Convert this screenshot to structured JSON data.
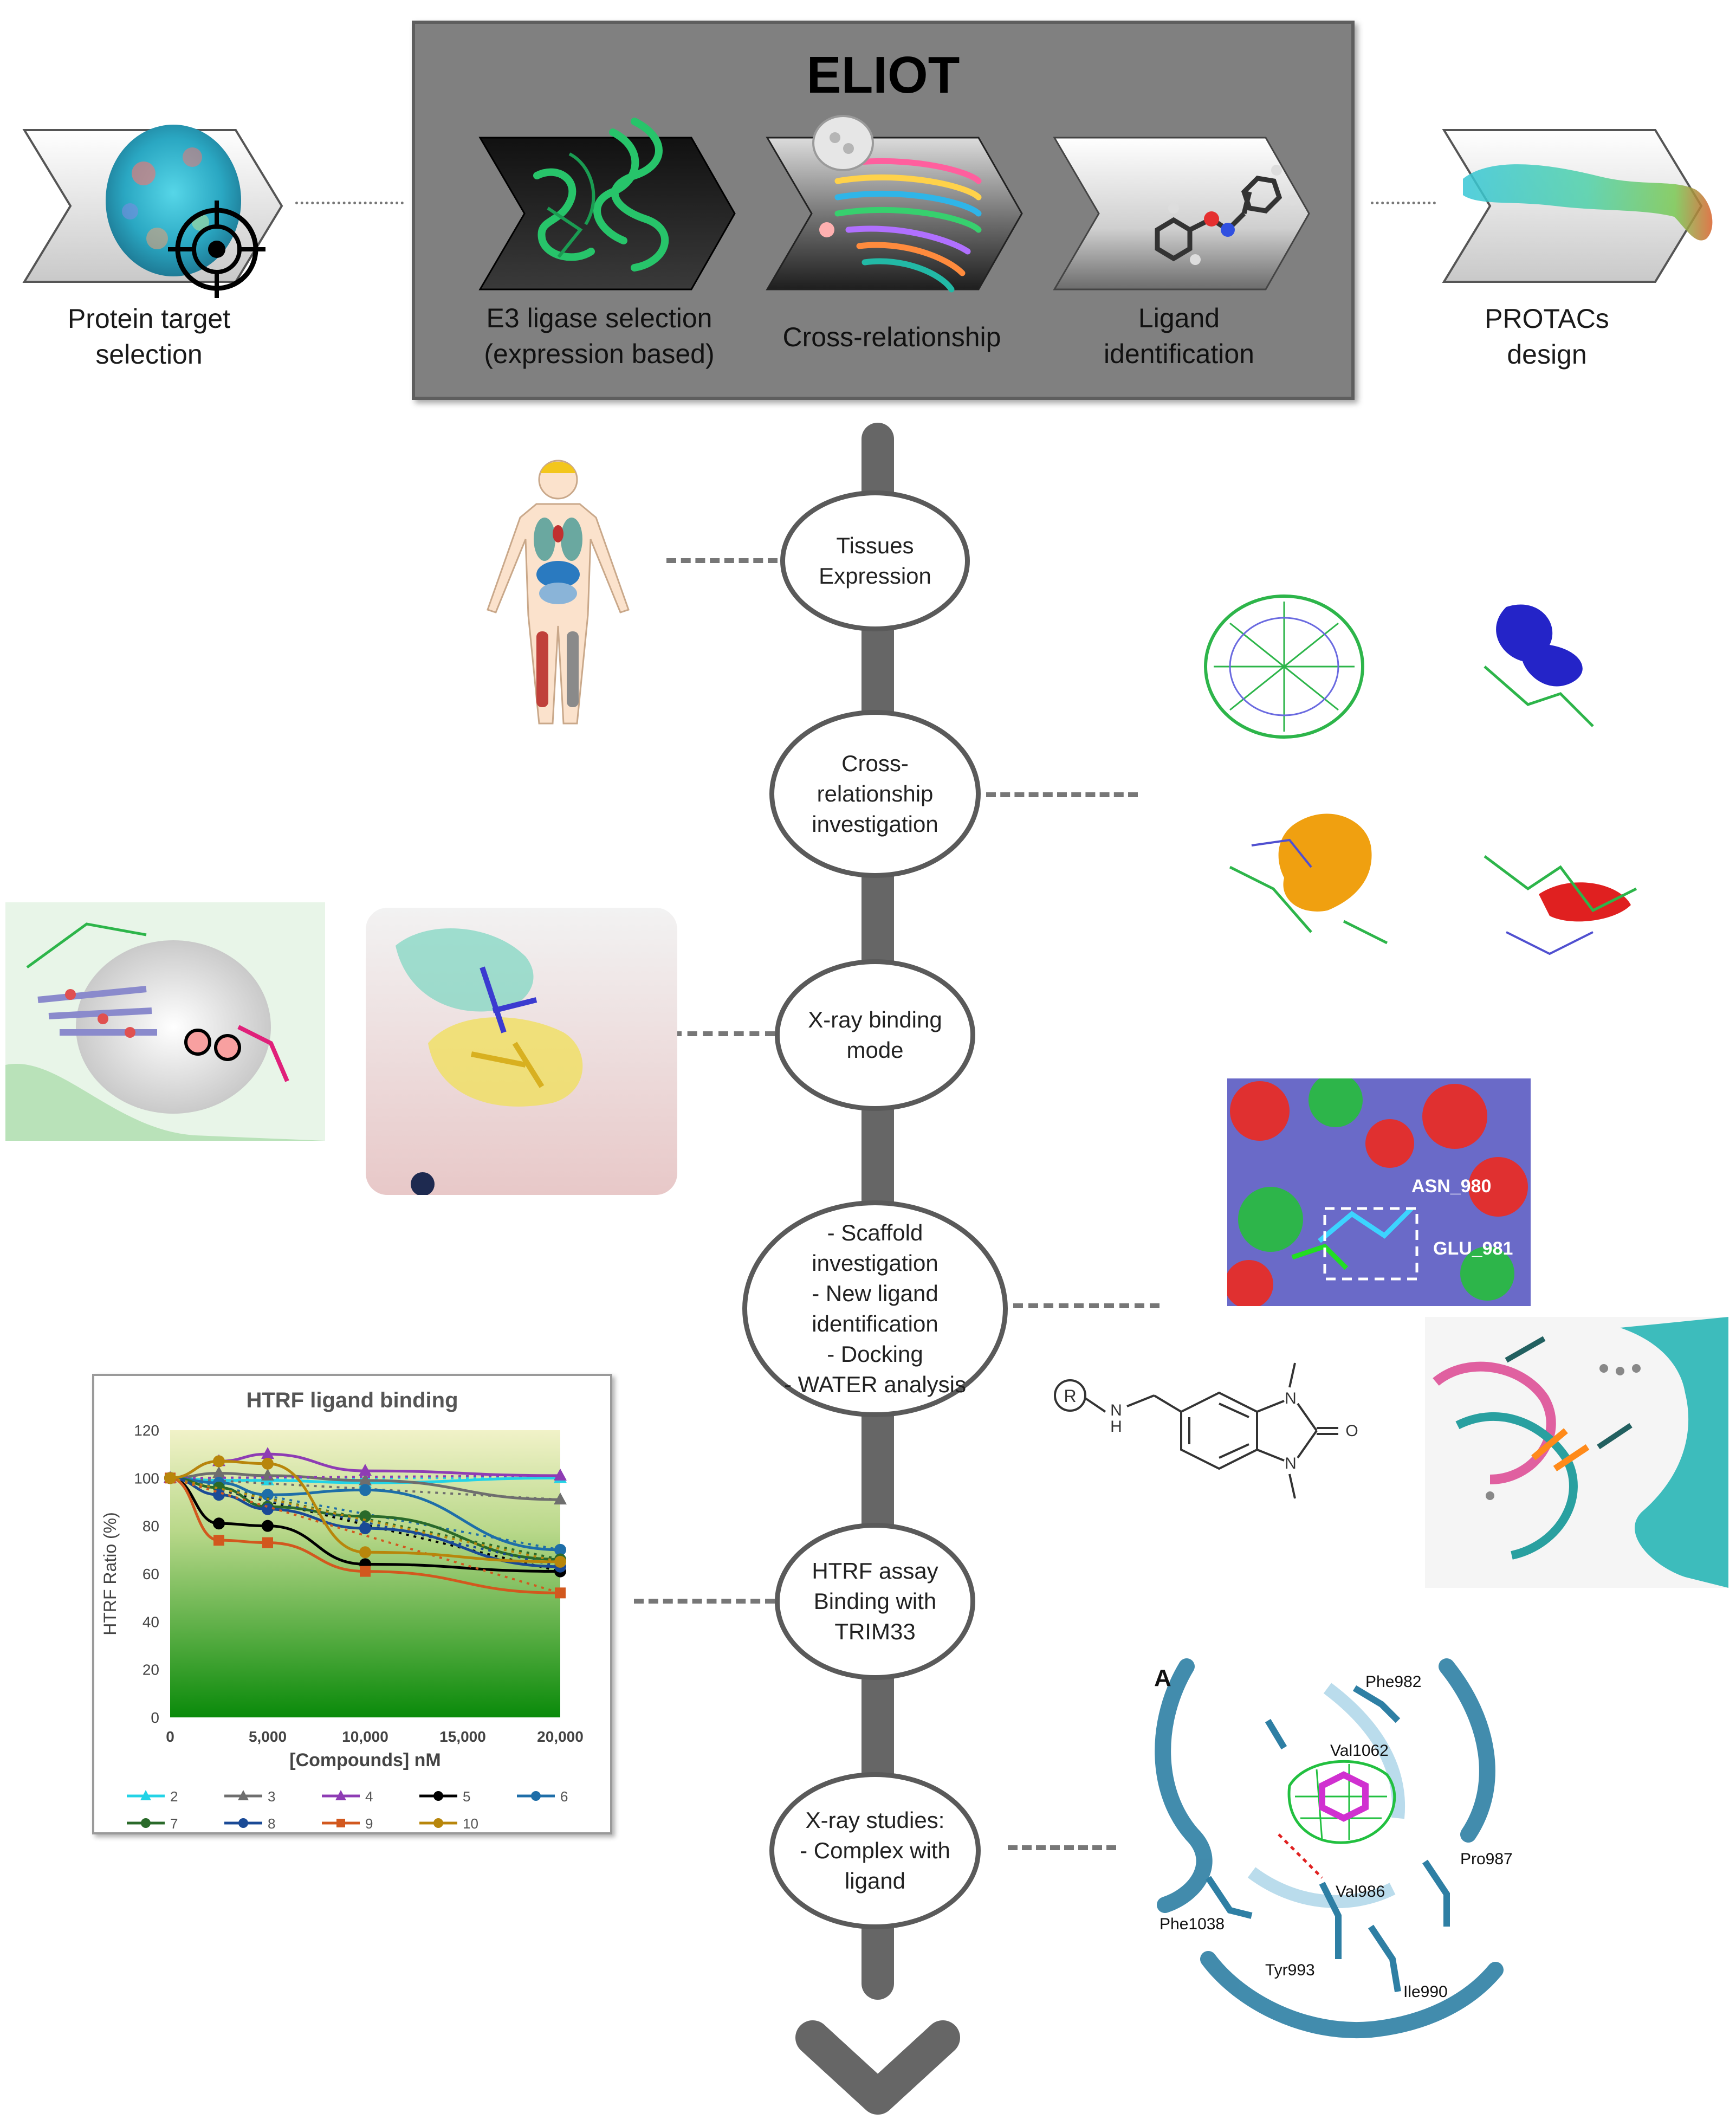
{
  "title": "ELIOT",
  "top_steps": [
    {
      "label": "Protein target\nselection"
    },
    {
      "label": "E3 ligase selection\n(expression based)"
    },
    {
      "label": "Cross-relationship"
    },
    {
      "label": "Ligand\nidentification"
    },
    {
      "label": "PROTACs\ndesign"
    }
  ],
  "flow_nodes": [
    {
      "label": "Tissues\nExpression"
    },
    {
      "label": "Cross-\nrelationship\ninvestigation"
    },
    {
      "label": "X-ray binding\nmode"
    },
    {
      "label": "- Scaffold\ninvestigation\n- New ligand\nidentification\n- Docking\n- WATER analysis"
    },
    {
      "label": "HTRF assay\nBinding with\nTRIM33"
    },
    {
      "label": "X-ray studies:\n- Complex with\nligand"
    }
  ],
  "structure_labels": {
    "asn": "ASN_980",
    "glu": "GLU_981",
    "panel_letter": "A",
    "residues": [
      "Phe982",
      "Val1062",
      "Pro987",
      "Val986",
      "Phe1038",
      "Tyr993",
      "Ile990"
    ]
  },
  "chemical_labels": {
    "r": "R",
    "nh": "N",
    "h": "H",
    "n1": "N",
    "n2": "N",
    "o": "O"
  },
  "colors": {
    "eliot_bg": "#808080",
    "flow_arrow": "#666666",
    "chart_gradient_top": "#f1f2c8",
    "chart_gradient_bottom": "#0a8a0a"
  },
  "chart_data": {
    "type": "line",
    "title": "HTRF ligand binding",
    "xlabel": "[Compounds] nM",
    "ylabel": "HTRF Ratio (%)",
    "xlim": [
      0,
      20000
    ],
    "ylim": [
      0,
      120
    ],
    "x_ticks": [
      "0",
      "5,000",
      "10,000",
      "15,000",
      "20,000"
    ],
    "y_ticks": [
      "0",
      "20",
      "40",
      "60",
      "80",
      "100",
      "120"
    ],
    "x": [
      0,
      2500,
      5000,
      10000,
      20000
    ],
    "legend_position": "bottom",
    "series": [
      {
        "name": "2",
        "color": "#22d3e6",
        "marker": "triangle",
        "values": [
          100,
          99,
          99,
          98,
          100
        ]
      },
      {
        "name": "3",
        "color": "#6e6e6e",
        "marker": "triangle",
        "values": [
          100,
          102,
          101,
          99,
          91
        ]
      },
      {
        "name": "4",
        "color": "#8e3cb4",
        "marker": "triangle",
        "values": [
          100,
          107,
          110,
          103,
          101
        ]
      },
      {
        "name": "5",
        "color": "#000000",
        "marker": "circle",
        "values": [
          100,
          81,
          80,
          64,
          61
        ]
      },
      {
        "name": "6",
        "color": "#1e6ea8",
        "marker": "circle",
        "values": [
          100,
          98,
          93,
          95,
          70
        ]
      },
      {
        "name": "7",
        "color": "#2a6a2a",
        "marker": "circle",
        "values": [
          100,
          96,
          88,
          84,
          66
        ]
      },
      {
        "name": "8",
        "color": "#1a4a96",
        "marker": "circle",
        "values": [
          100,
          93,
          87,
          79,
          63
        ]
      },
      {
        "name": "9",
        "color": "#d2581e",
        "marker": "square",
        "values": [
          100,
          74,
          73,
          61,
          52
        ]
      },
      {
        "name": "10",
        "color": "#b8860b",
        "marker": "circle",
        "values": [
          100,
          107,
          106,
          69,
          65
        ]
      }
    ]
  }
}
